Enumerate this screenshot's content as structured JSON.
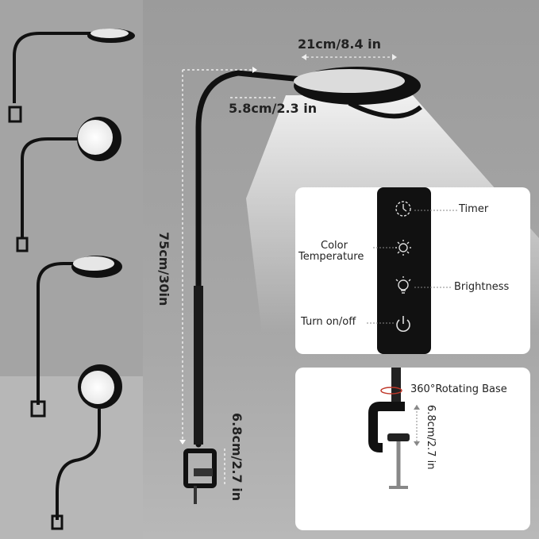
{
  "dimensions": {
    "top_width": "21cm/8.4 in",
    "neck_width": "5.8cm/2.3 in",
    "height": "75cm/30in",
    "clamp_height": "6.8cm/2.7 in",
    "base_clamp_height": "6.8cm/2.7 in"
  },
  "controls": {
    "timer": "Timer",
    "color_line1": "Color",
    "color_line2": "Temperature",
    "brightness": "Brightness",
    "power": "Turn on/off"
  },
  "base": {
    "rotating": "360°Rotating Base"
  },
  "icons": [
    "timer-icon",
    "color-temperature-icon",
    "brightness-icon",
    "power-icon",
    "rotate-arrow-icon"
  ],
  "colors": {
    "lamp_body": "#111111",
    "panel_bg": "#ffffff",
    "bg_left": "#a4a4a4",
    "bg_right": "#a8a8a8"
  }
}
